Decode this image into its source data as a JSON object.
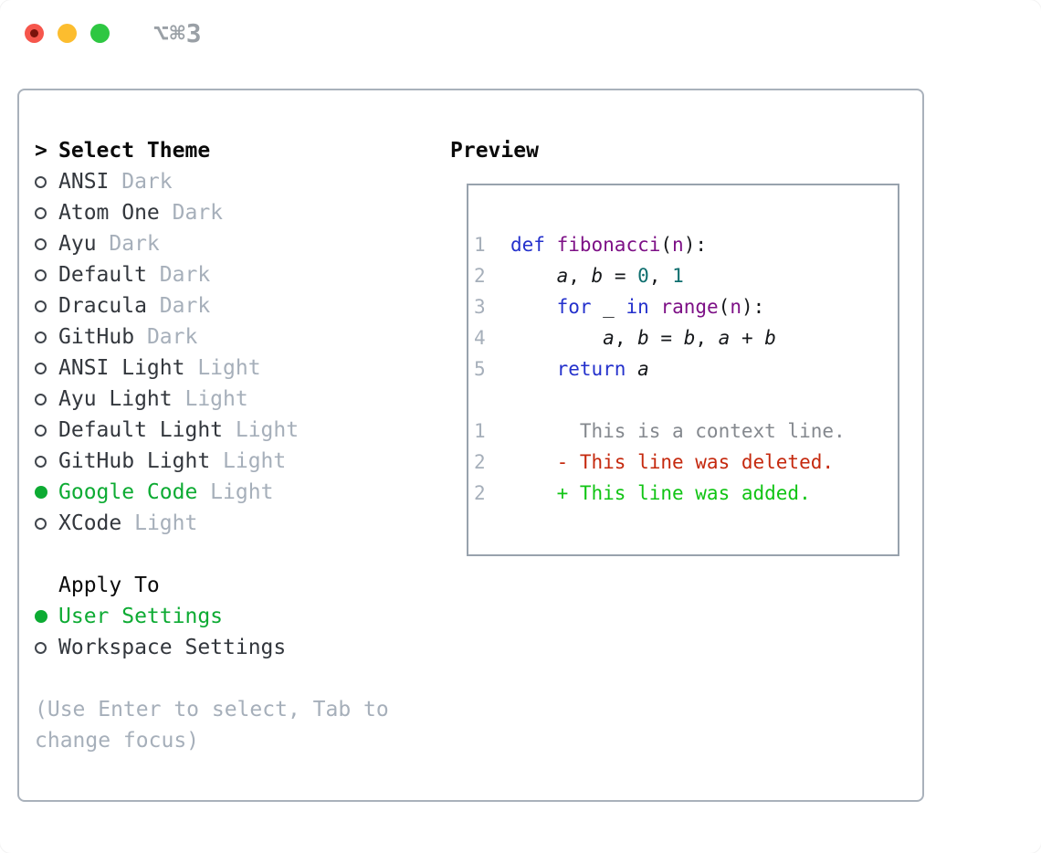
{
  "window": {
    "title": "⌥⌘3"
  },
  "colors": {
    "accent_green": "#0dab33",
    "diff_red": "#c5290e",
    "diff_green": "#10c414",
    "keyword_blue": "#2431cc",
    "function_purple": "#7d1086",
    "number_teal": "#0e6e6e",
    "muted_gray": "#a6afba",
    "context_gray": "#84888e",
    "text_dark": "#33373d",
    "heading_black": "#0a0a0a",
    "border_gray": "#a9b1bb",
    "border_gray2": "#98a2ad",
    "traffic_red": "#f6564c",
    "traffic_red_dot": "#7a130c",
    "traffic_yellow": "#fcbd2f",
    "traffic_green": "#2ec742",
    "title_gray": "#9aa0a6"
  },
  "theme_panel": {
    "header_prefix": ">",
    "header": "Select Theme",
    "themes": [
      {
        "name": "ANSI",
        "variant": "Dark",
        "selected": false
      },
      {
        "name": "Atom One",
        "variant": "Dark",
        "selected": false
      },
      {
        "name": "Ayu",
        "variant": "Dark",
        "selected": false
      },
      {
        "name": "Default",
        "variant": "Dark",
        "selected": false
      },
      {
        "name": "Dracula",
        "variant": "Dark",
        "selected": false
      },
      {
        "name": "GitHub",
        "variant": "Dark",
        "selected": false
      },
      {
        "name": "ANSI Light",
        "variant": "Light",
        "selected": false
      },
      {
        "name": "Ayu Light",
        "variant": "Light",
        "selected": false
      },
      {
        "name": "Default Light",
        "variant": "Light",
        "selected": false
      },
      {
        "name": "GitHub Light",
        "variant": "Light",
        "selected": false
      },
      {
        "name": "Google Code",
        "variant": "Light",
        "selected": true
      },
      {
        "name": "XCode",
        "variant": "Light",
        "selected": false
      }
    ],
    "apply_to": {
      "header": "Apply To",
      "options": [
        {
          "label": "User Settings",
          "selected": true
        },
        {
          "label": "Workspace Settings",
          "selected": false
        }
      ]
    },
    "help_lines": [
      "(Use Enter to select, Tab to",
      "change focus)"
    ]
  },
  "preview": {
    "header": "Preview",
    "code_lines": [
      {
        "num": "1",
        "tokens": [
          [
            "def",
            "kw"
          ],
          [
            " ",
            "pl"
          ],
          [
            "fibonacci",
            "fn"
          ],
          [
            "(",
            "pl"
          ],
          [
            "n",
            "fn"
          ],
          [
            "):",
            "pl"
          ]
        ]
      },
      {
        "num": "2",
        "tokens": [
          [
            "    ",
            "pl"
          ],
          [
            "a",
            "var"
          ],
          [
            ", ",
            "pl"
          ],
          [
            "b",
            "var"
          ],
          [
            " = ",
            "pl"
          ],
          [
            "0",
            "num"
          ],
          [
            ", ",
            "pl"
          ],
          [
            "1",
            "num"
          ]
        ]
      },
      {
        "num": "3",
        "tokens": [
          [
            "    ",
            "pl"
          ],
          [
            "for",
            "kw"
          ],
          [
            " ",
            "pl"
          ],
          [
            "_",
            "pl"
          ],
          [
            " ",
            "pl"
          ],
          [
            "in",
            "kw"
          ],
          [
            " ",
            "pl"
          ],
          [
            "range",
            "fn"
          ],
          [
            "(",
            "pl"
          ],
          [
            "n",
            "fn"
          ],
          [
            "):",
            "pl"
          ]
        ]
      },
      {
        "num": "4",
        "tokens": [
          [
            "        ",
            "pl"
          ],
          [
            "a",
            "var"
          ],
          [
            ", ",
            "pl"
          ],
          [
            "b",
            "var"
          ],
          [
            " = ",
            "pl"
          ],
          [
            "b",
            "var"
          ],
          [
            ", ",
            "pl"
          ],
          [
            "a",
            "var"
          ],
          [
            " + ",
            "pl"
          ],
          [
            "b",
            "var"
          ]
        ]
      },
      {
        "num": "5",
        "tokens": [
          [
            "    ",
            "pl"
          ],
          [
            "return",
            "kw"
          ],
          [
            " ",
            "pl"
          ],
          [
            "a",
            "var"
          ]
        ]
      },
      {
        "num": "",
        "tokens": []
      },
      {
        "num": "1",
        "tokens": [
          [
            "      This is a context line.",
            "ctx"
          ]
        ]
      },
      {
        "num": "2",
        "tokens": [
          [
            "    - This line was deleted.",
            "del"
          ]
        ]
      },
      {
        "num": "2",
        "tokens": [
          [
            "    + This line was added.",
            "add"
          ]
        ]
      }
    ]
  }
}
